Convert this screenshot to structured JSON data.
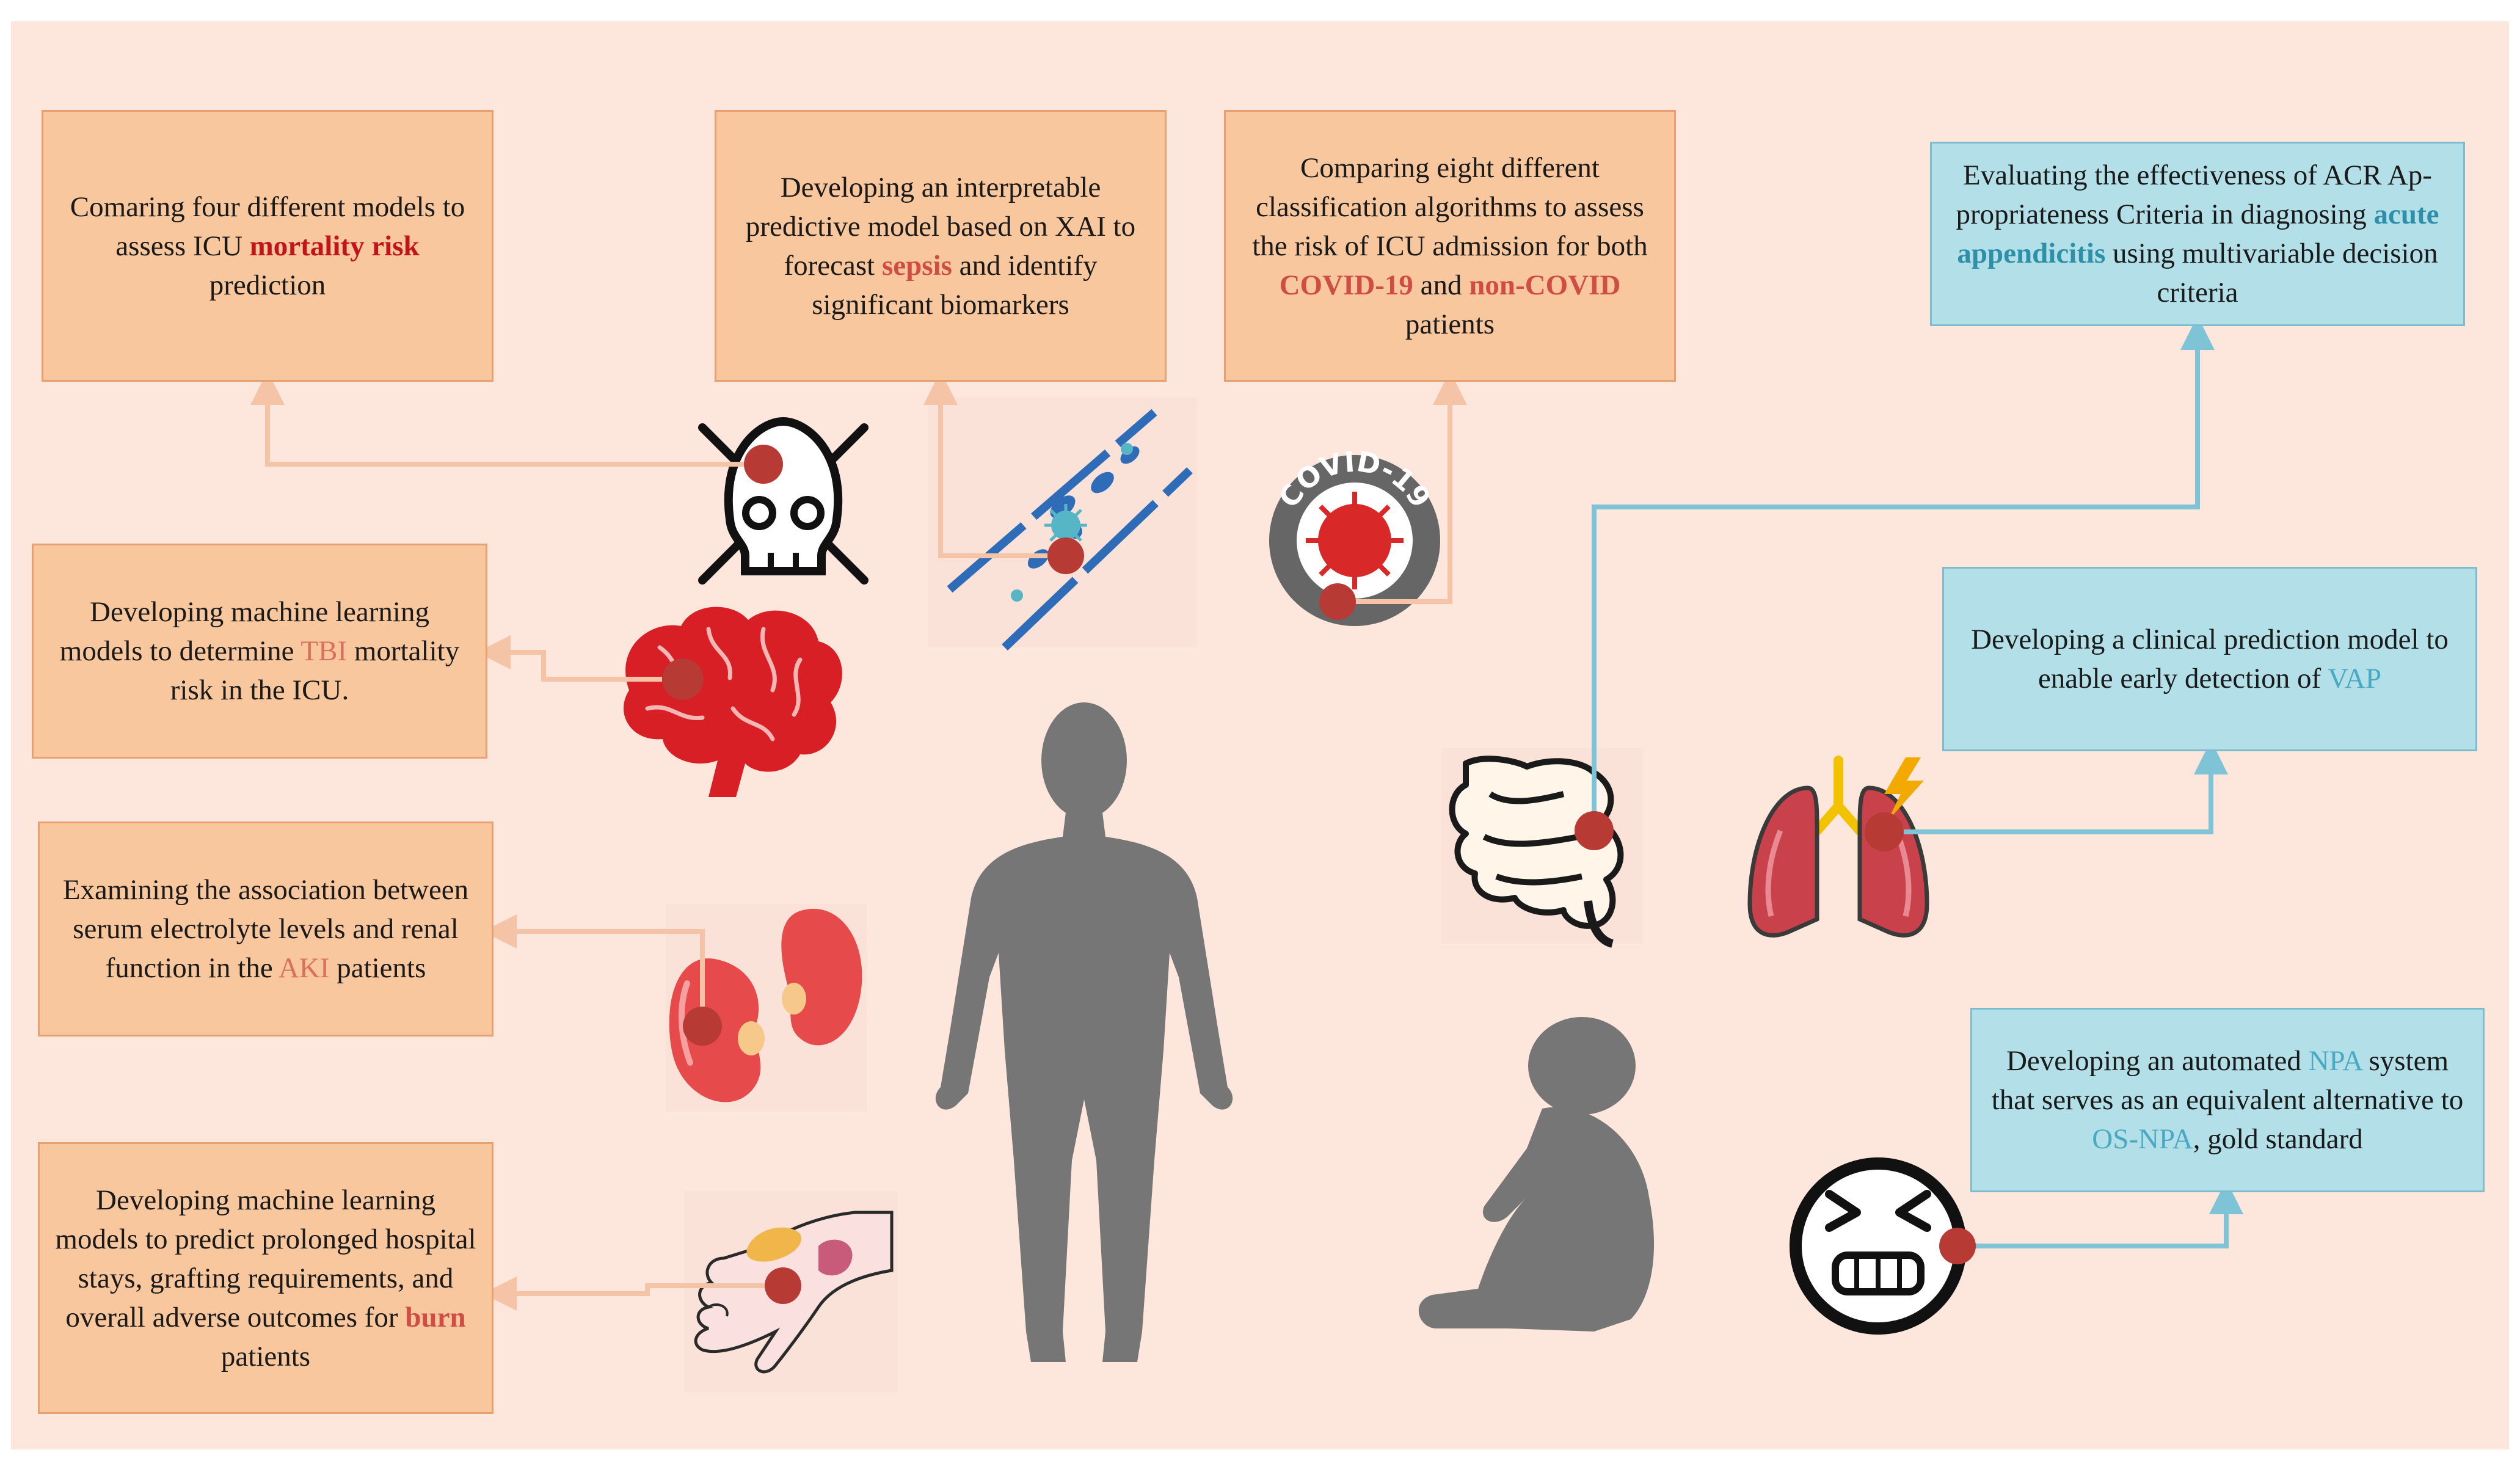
{
  "boxes": {
    "mortality": {
      "pre": "Comaring four different models to assess ICU ",
      "hl": "mortality risk",
      "post": " prediction"
    },
    "sepsis": {
      "pre": "Developing an interpretable predictive model based on XAI to forecast ",
      "hl": "sepsis",
      "post": " and identify significant biomarkers"
    },
    "covid": {
      "pre": "Comparing eight different classification algorithms to assess the risk of ICU admission for both ",
      "hl1": "COVID-19",
      "mid": " and ",
      "hl2": "non-COVID",
      "post": " patients"
    },
    "appendicitis": {
      "pre": "Evaluating the effectiveness of ACR Ap-propriateness Criteria in diagnosing ",
      "hl": "acute appendicitis",
      "post": " using multivariable decision criteria"
    },
    "tbi": {
      "pre": "Developing machine learning models to determine ",
      "hl": "TBI",
      "post": " mortality risk in the ICU."
    },
    "vap": {
      "pre": "Developing a clinical prediction model to enable early detection of ",
      "hl": "VAP",
      "post": ""
    },
    "aki": {
      "pre": "Examining the association between serum electrolyte levels and renal function in the ",
      "hl": "AKI",
      "post": " patients"
    },
    "burn": {
      "pre": "Developing machine learning models to predict prolonged hospital stays, grafting requirements, and overall adverse outcomes for ",
      "hl": "burn",
      "post": " patients"
    },
    "npa": {
      "pre": "Developing an automated ",
      "hl1": "NPA",
      "mid": " system that serves as an equivalent alternative to ",
      "hl2": "OS-NPA",
      "post": ", gold standard"
    }
  },
  "icons": [
    "skull-icon",
    "blood-vessel-icon",
    "covid-badge-icon",
    "brain-icon",
    "kidney-icon",
    "burned-hand-icon",
    "intestine-icon",
    "lungs-icon",
    "angry-face-icon",
    "adult-silhouette-icon",
    "infant-silhouette-icon"
  ],
  "badge_text": "COVID-19",
  "colors": {
    "panel": "#fde7dc",
    "orange_box": "#f8c79d",
    "blue_box": "#b3dfe8",
    "orange_line": "#f5c3a6",
    "blue_line": "#7fc3d6",
    "marker": "#b73a35",
    "silhouette": "#767676"
  }
}
